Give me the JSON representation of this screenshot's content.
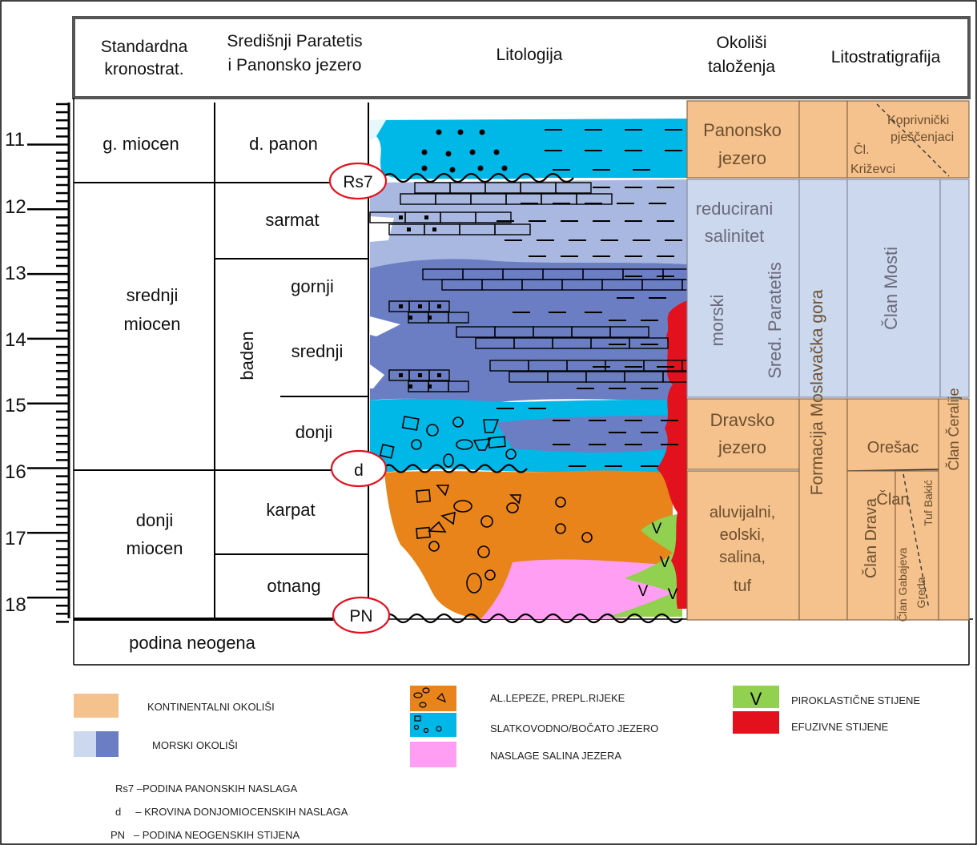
{
  "headers": {
    "kronostrat": [
      "Standardna",
      "kronostrat."
    ],
    "paratetis": [
      "Središnji Paratetis",
      "i Panonsko jezero"
    ],
    "litologija": "Litologija",
    "okolisi": [
      "Okoliši",
      "taloženja"
    ],
    "litostratigrafija": "Litostratigrafija"
  },
  "scale": {
    "ticks": [
      "11",
      "12",
      "13",
      "14",
      "15",
      "16",
      "17",
      "18"
    ]
  },
  "epochs": {
    "gornji": "g. miocen",
    "srednji": [
      "srednji",
      "miocen"
    ],
    "donji": [
      "donji",
      "miocen"
    ],
    "podina": "podina neogena"
  },
  "stages": {
    "panon": "d. panon",
    "sarmat": "sarmat",
    "baden": "baden",
    "baden_gornji": "gornji",
    "baden_srednji": "srednji",
    "baden_donji": "donji",
    "karpat": "karpat",
    "otnang": "otnang"
  },
  "markers": {
    "rs7": "Rs7",
    "d": "d",
    "pn": "PN"
  },
  "environments": {
    "panonsko": [
      "Panonsko",
      "jezero"
    ],
    "reducirani": [
      "reducirani",
      "salinitet"
    ],
    "morski": "morski",
    "sred_paratetis": "Sred. Paratetis",
    "dravsko": [
      "Dravsko",
      "jezero"
    ],
    "aluvijalni": [
      "aluvijalni,",
      "eolski,",
      "salina,",
      "tuf"
    ]
  },
  "lithostrat": {
    "koprivnicki": [
      "Koprivnički",
      "pješčenjaci"
    ],
    "krizevci": [
      "Čl.",
      "Križevci"
    ],
    "formacija": "Formacija Moslavačka gora",
    "mosti": "Član Mosti",
    "ceralije": "Član Čeralije",
    "oresac": [
      "Član",
      "Orešac"
    ],
    "drava": "Član Drava",
    "gabajeva": [
      "Član Gabajeva",
      "Greda"
    ],
    "tuf_bakic": "Tuf Bakić"
  },
  "legend": {
    "kontinentalni": "KONTINENTALNI OKOLIŠI",
    "morski": "MORSKI OKOLIŠI",
    "al_lepeze": "AL.LEPEZE, PREPL.RIJEKE",
    "slatkovodno": "SLATKOVODNO/BOČATO JEZERO",
    "salina": "NASLAGE SALINA JEZERA",
    "piroklasticne": "PIROKLASTIČNE STIJENE",
    "piroklasticne_symbol": "V",
    "efuzivne": "EFUZIVNE STIJENE",
    "rs7_note": "Rs7 –PODINA PANONSKIH NASLAGA",
    "d_note": "d     – KROVINA DONJOMIOCENSKIH NASLAGA",
    "pn_note": "PN   – PODINA NEOGENSKIH STIJENA"
  },
  "lith_symbols": {
    "v1": "V",
    "v2": "V",
    "v3": "V",
    "v4": "V"
  },
  "colors": {
    "continental": "#F5C18C",
    "marine_light": "#CCD8EE",
    "marine_dark": "#6B7EC3",
    "sarmat_fill": "#A9B8E0",
    "fan": "#E8841A",
    "freshwater": "#00B8E8",
    "salina": "#FF9EF2",
    "pyroclastic": "#92D050",
    "effusive": "#E3101E",
    "marker": "#E3101E"
  }
}
